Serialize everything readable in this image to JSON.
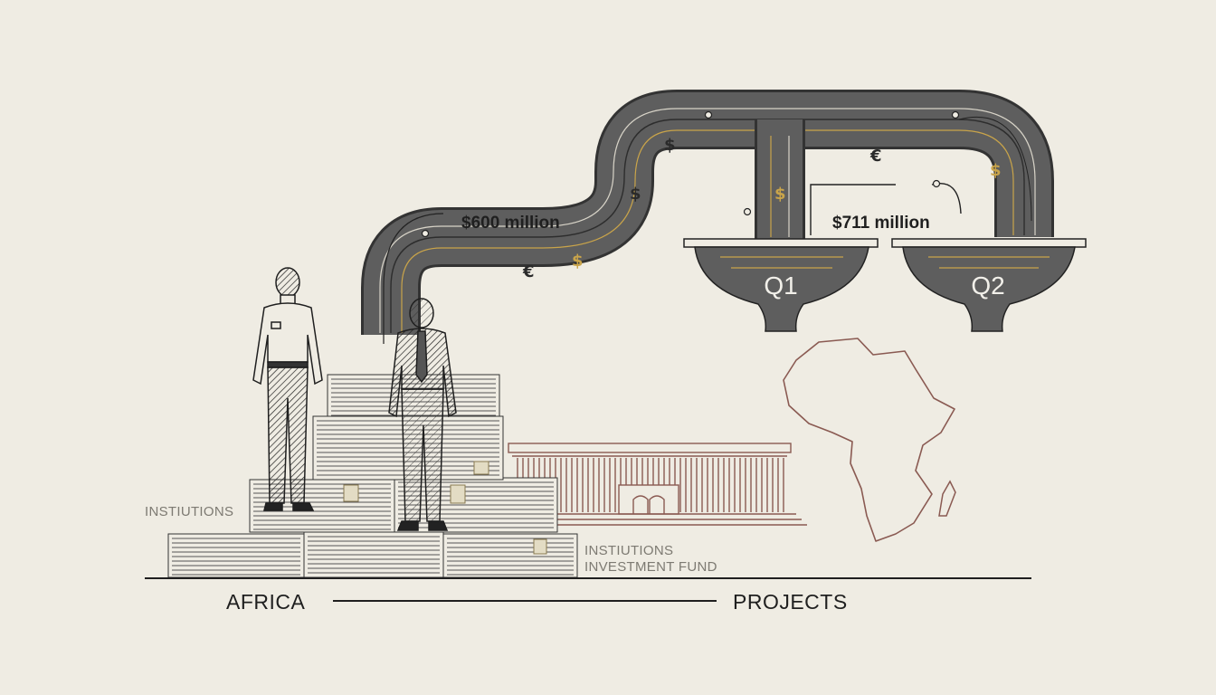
{
  "flow": {
    "amount_1": "$600 million",
    "amount_2": "$711 million",
    "pipe_symbols": [
      "$",
      "€",
      "$",
      "$",
      "$",
      "€",
      "$"
    ]
  },
  "bowls": [
    {
      "label": "Q1"
    },
    {
      "label": "Q2"
    }
  ],
  "labels": {
    "institutions_left": "INSTIUTIONS",
    "institutions_right": "INSTIUTIONS",
    "investment_fund": "INVESTMENT FUND"
  },
  "axis": {
    "left": "AFRICA",
    "right": "PROJECTS"
  },
  "colors": {
    "background": "#efece3",
    "pipe": "#5e5e5e",
    "gold": "#c9a44a",
    "ink": "#1f1f1f",
    "building": "#8a5a52"
  }
}
